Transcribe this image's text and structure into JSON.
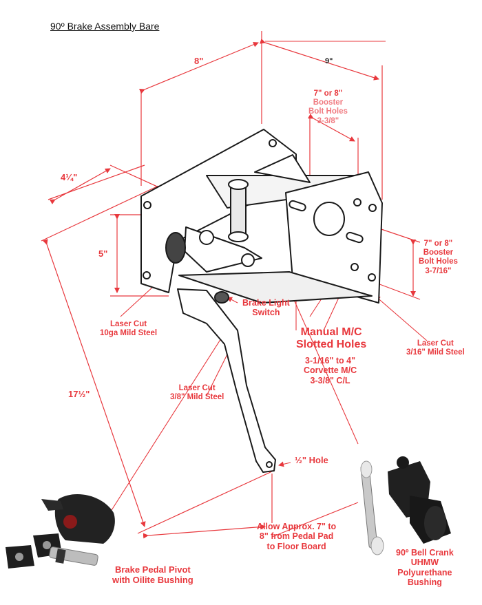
{
  "title": "90º Brake Assembly Bare",
  "colors": {
    "accent": "#e8383d",
    "ink": "#1a1a1a",
    "photo_dark": "#222222"
  },
  "dimensions": {
    "width_left": "8\"",
    "width_right": "9\"",
    "depth": "4¼\"",
    "height": "5\"",
    "pedal_length": "17½\""
  },
  "labels": {
    "booster_top": [
      "7\" or 8\"",
      "Booster",
      "Bolt Holes",
      "3-3/8\""
    ],
    "booster_right": [
      "7\" or 8\"",
      "Booster",
      "Bolt Holes",
      "3-7/16\""
    ],
    "brake_light": [
      "Brake Light",
      "Switch"
    ],
    "laser_left": [
      "Laser Cut",
      "10ga Mild Steel"
    ],
    "laser_right": [
      "Laser Cut",
      "3/16\" Mild Steel"
    ],
    "laser_pedal": [
      "Laser Cut",
      "3/8\" Mild Steel"
    ],
    "manual_mc": [
      "Manual M/C",
      "Slotted Holes"
    ],
    "corvette": [
      "3-1/16\" to 4\"",
      "Corvette M/C",
      "3-3/8\" C/L"
    ],
    "hole": "½\" Hole",
    "floor": [
      "Allow Approx. 7\" to",
      "8\" from Pedal Pad",
      "to Floor Board"
    ],
    "pivot": [
      "Brake Pedal Pivot",
      "with Oilite Bushing"
    ],
    "bellcrank": [
      "90º Bell Crank",
      "UHMW",
      "Polyurethane",
      "Bushing"
    ]
  }
}
